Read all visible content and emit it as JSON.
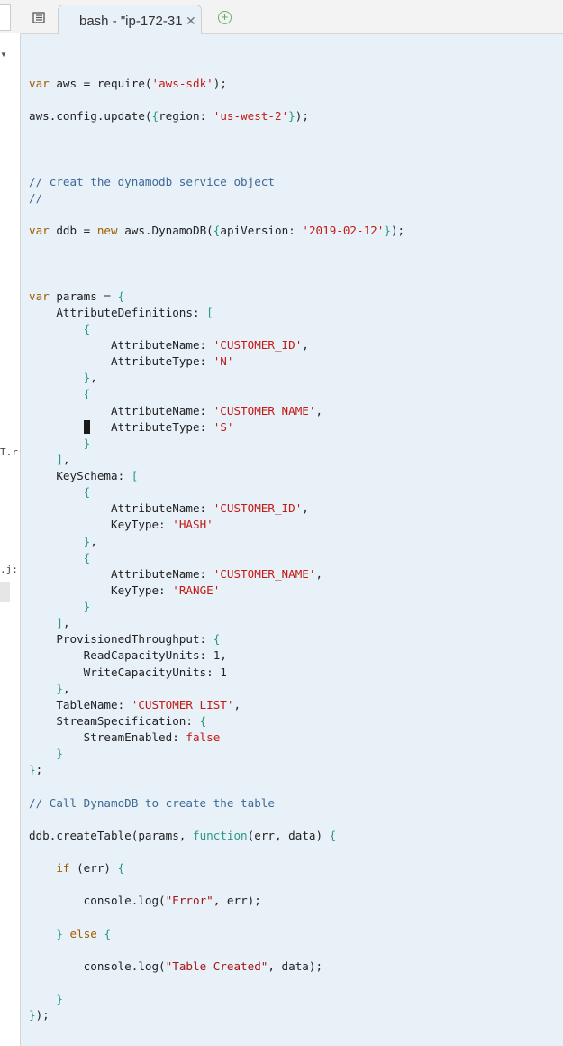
{
  "tabs": [
    {
      "label": "bash - \"ip-172-31",
      "active": true
    }
  ],
  "icons": {
    "menu": "list-menu-icon",
    "close": "close-icon",
    "add": "plus-circle-icon",
    "arrow": "caret-down-icon"
  },
  "left_panel": {
    "fragments": [
      "T.r",
      ".j:"
    ]
  },
  "editor": {
    "cursor": {
      "line": 21,
      "col": 8
    },
    "lines": [
      [
        [
          "var ",
          "keyword"
        ],
        [
          "aws = require(",
          ""
        ],
        [
          "'aws-sdk'",
          "string"
        ],
        [
          ");",
          ""
        ]
      ],
      [],
      [
        [
          "aws.config.update(",
          ""
        ],
        [
          "{",
          "bracket"
        ],
        [
          "region: ",
          ""
        ],
        [
          "'us-west-2'",
          "string"
        ],
        [
          "}",
          "bracket"
        ],
        [
          ");",
          ""
        ]
      ],
      [],
      [],
      [],
      [
        [
          "// creat the dynamodb service object",
          "comment"
        ]
      ],
      [
        [
          "//",
          "comment"
        ]
      ],
      [],
      [
        [
          "var ",
          "keyword"
        ],
        [
          "ddb = ",
          ""
        ],
        [
          "new ",
          "keyword"
        ],
        [
          "aws.DynamoDB(",
          ""
        ],
        [
          "{",
          "bracket"
        ],
        [
          "apiVersion: ",
          ""
        ],
        [
          "'2019-02-12'",
          "string"
        ],
        [
          "}",
          "bracket"
        ],
        [
          ");",
          ""
        ]
      ],
      [],
      [],
      [],
      [
        [
          "var ",
          "keyword"
        ],
        [
          "params = ",
          ""
        ],
        [
          "{",
          "bracket"
        ]
      ],
      [
        [
          "    AttributeDefinitions: ",
          ""
        ],
        [
          "[",
          "bracket"
        ]
      ],
      [
        [
          "        ",
          ""
        ],
        [
          "{",
          "bracket"
        ]
      ],
      [
        [
          "            AttributeName: ",
          ""
        ],
        [
          "'CUSTOMER_ID'",
          "string"
        ],
        [
          ",",
          ""
        ]
      ],
      [
        [
          "            AttributeType: ",
          ""
        ],
        [
          "'N'",
          "string"
        ]
      ],
      [
        [
          "        ",
          ""
        ],
        [
          "}",
          "bracket"
        ],
        [
          ",",
          ""
        ]
      ],
      [
        [
          "        ",
          ""
        ],
        [
          "{",
          "bracket"
        ]
      ],
      [
        [
          "            AttributeName: ",
          ""
        ],
        [
          "'CUSTOMER_NAME'",
          "string"
        ],
        [
          ",",
          ""
        ]
      ],
      [
        [
          "            AttributeType: ",
          ""
        ],
        [
          "'S'",
          "string"
        ]
      ],
      [
        [
          "        ",
          ""
        ],
        [
          "}",
          "bracket"
        ]
      ],
      [
        [
          "    ",
          ""
        ],
        [
          "]",
          "bracket"
        ],
        [
          ",",
          ""
        ]
      ],
      [
        [
          "    KeySchema: ",
          ""
        ],
        [
          "[",
          "bracket"
        ]
      ],
      [
        [
          "        ",
          ""
        ],
        [
          "{",
          "bracket"
        ]
      ],
      [
        [
          "            AttributeName: ",
          ""
        ],
        [
          "'CUSTOMER_ID'",
          "string"
        ],
        [
          ",",
          ""
        ]
      ],
      [
        [
          "            KeyType: ",
          ""
        ],
        [
          "'HASH'",
          "string"
        ]
      ],
      [
        [
          "        ",
          ""
        ],
        [
          "}",
          "bracket"
        ],
        [
          ",",
          ""
        ]
      ],
      [
        [
          "        ",
          ""
        ],
        [
          "{",
          "bracket"
        ]
      ],
      [
        [
          "            AttributeName: ",
          ""
        ],
        [
          "'CUSTOMER_NAME'",
          "string"
        ],
        [
          ",",
          ""
        ]
      ],
      [
        [
          "            KeyType: ",
          ""
        ],
        [
          "'RANGE'",
          "string"
        ]
      ],
      [
        [
          "        ",
          ""
        ],
        [
          "}",
          "bracket"
        ]
      ],
      [
        [
          "    ",
          ""
        ],
        [
          "]",
          "bracket"
        ],
        [
          ",",
          ""
        ]
      ],
      [
        [
          "    ProvisionedThroughput: ",
          ""
        ],
        [
          "{",
          "bracket"
        ]
      ],
      [
        [
          "        ReadCapacityUnits: 1,",
          ""
        ]
      ],
      [
        [
          "        WriteCapacityUnits: 1",
          ""
        ]
      ],
      [
        [
          "    ",
          ""
        ],
        [
          "}",
          "bracket"
        ],
        [
          ",",
          ""
        ]
      ],
      [
        [
          "    TableName: ",
          ""
        ],
        [
          "'CUSTOMER_LIST'",
          "string"
        ],
        [
          ",",
          ""
        ]
      ],
      [
        [
          "    StreamSpecification: ",
          ""
        ],
        [
          "{",
          "bracket"
        ]
      ],
      [
        [
          "        StreamEnabled: ",
          ""
        ],
        [
          "false",
          "atom"
        ]
      ],
      [
        [
          "    ",
          ""
        ],
        [
          "}",
          "bracket"
        ]
      ],
      [
        [
          "}",
          "bracket"
        ],
        [
          ";",
          ""
        ]
      ],
      [],
      [
        [
          "// Call DynamoDB to create the table",
          "comment"
        ]
      ],
      [],
      [
        [
          "ddb.createTable(params, ",
          ""
        ],
        [
          "function",
          "bracket"
        ],
        [
          "(err, data) ",
          ""
        ],
        [
          "{",
          "bracket"
        ]
      ],
      [],
      [
        [
          "    ",
          ""
        ],
        [
          "if ",
          "keyword"
        ],
        [
          "(err) ",
          ""
        ],
        [
          "{",
          "bracket"
        ]
      ],
      [],
      [
        [
          "        console.log(",
          ""
        ],
        [
          "\"Error\"",
          "string2"
        ],
        [
          ", err);",
          ""
        ]
      ],
      [],
      [
        [
          "    ",
          ""
        ],
        [
          "}",
          "bracket"
        ],
        [
          " ",
          ""
        ],
        [
          "else ",
          "keyword"
        ],
        [
          "{",
          "bracket"
        ]
      ],
      [],
      [
        [
          "        console.log(",
          ""
        ],
        [
          "\"Table Created\"",
          "string2"
        ],
        [
          ", data);",
          ""
        ]
      ],
      [],
      [
        [
          "    ",
          ""
        ],
        [
          "}",
          "bracket"
        ]
      ],
      [
        [
          "}",
          "bracket"
        ],
        [
          ");",
          ""
        ]
      ]
    ]
  }
}
